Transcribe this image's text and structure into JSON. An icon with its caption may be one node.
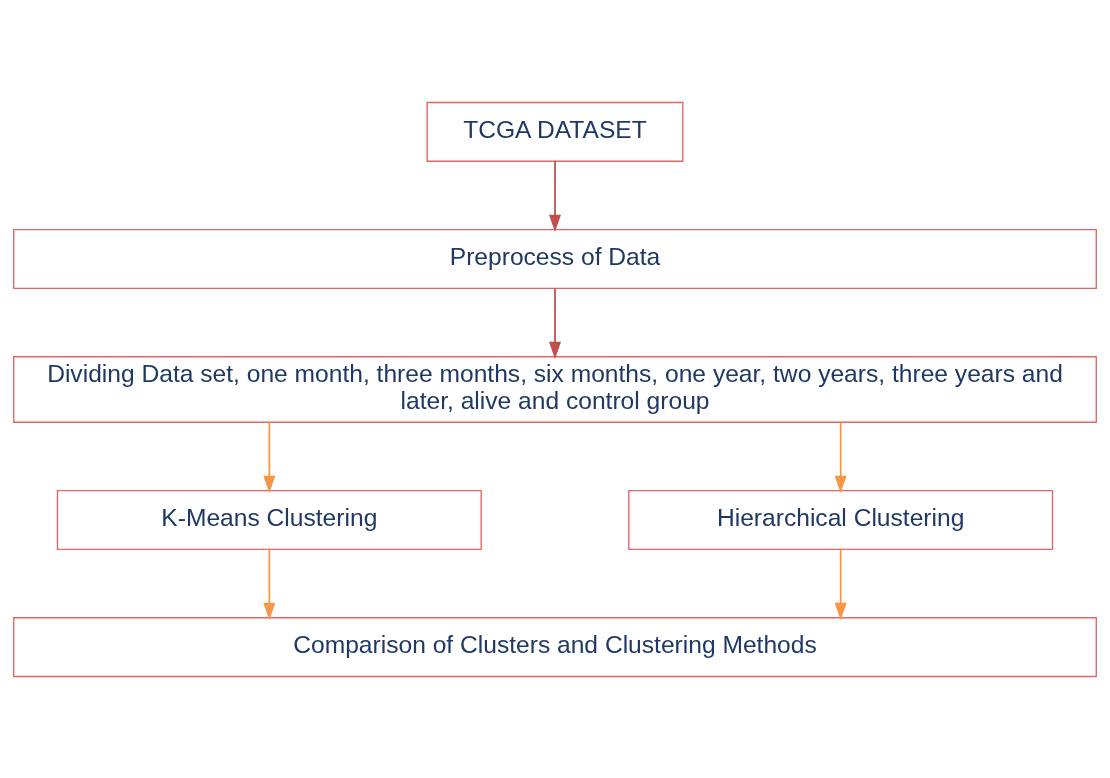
{
  "diagram": {
    "nodes": [
      {
        "text": [
          "TCGA DATASET"
        ]
      },
      {
        "text": [
          "Preprocess of Data"
        ]
      },
      {
        "text": [
          "Dividing Data set, one month, three months, six months, one year, two years, three years and later, alive and control group"
        ]
      },
      {
        "text": [
          "K-Means Clustering"
        ]
      },
      {
        "text": [
          "Hierarchical Clustering"
        ]
      },
      {
        "text": [
          "Comparison of Clusters and Clustering Methods"
        ]
      }
    ],
    "edges": [
      {
        "from": 0,
        "to": 1,
        "arrow": "to",
        "color": "#c0504d"
      },
      {
        "from": 1,
        "to": 2,
        "arrow": "to",
        "color": "#c0504d"
      },
      {
        "from": 2,
        "to": 3,
        "arrow": "to"
      },
      {
        "from": 2,
        "to": 4,
        "arrow": "to"
      },
      {
        "from": 3,
        "to": 5,
        "arrow": "to"
      },
      {
        "from": 4,
        "to": 5,
        "arrow": "to"
      }
    ]
  }
}
